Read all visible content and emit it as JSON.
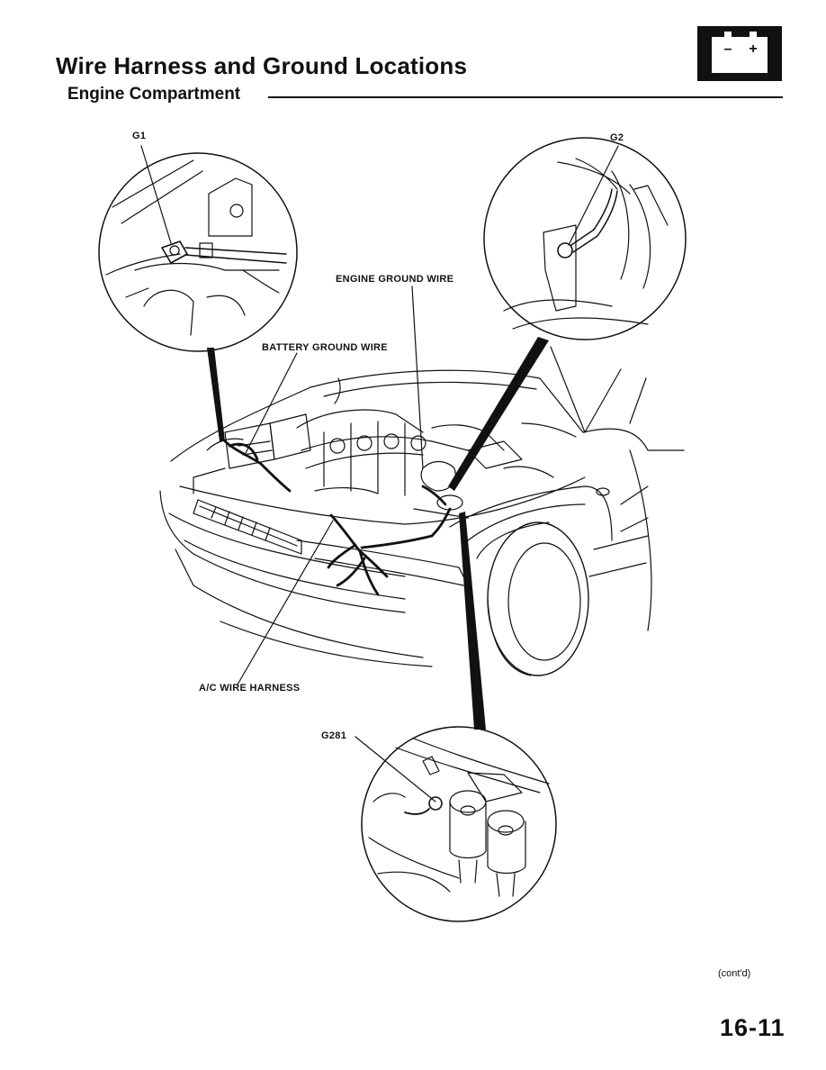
{
  "header": {
    "title": "Wire Harness and Ground Locations",
    "subtitle": "Engine Compartment",
    "battery_minus": "–",
    "battery_plus": "+"
  },
  "callouts": {
    "g1": "G1",
    "g2": "G2",
    "engine_ground": "ENGINE GROUND WIRE",
    "battery_ground": "BATTERY GROUND WIRE",
    "ac_harness": "A/C WIRE HARNESS",
    "g281": "G281"
  },
  "footer": {
    "continued": "(cont'd)",
    "page_number": "16-11"
  }
}
